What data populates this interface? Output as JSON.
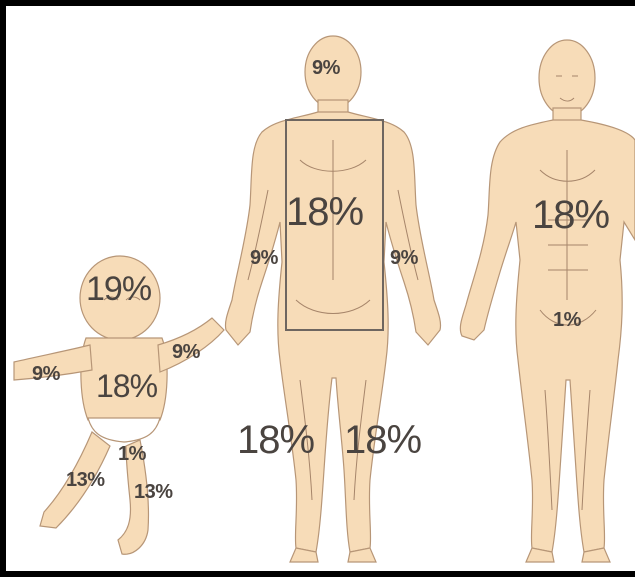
{
  "colors": {
    "skin": "#f7dcb8",
    "outline": "#6e5a48",
    "text": "#4a4440",
    "frame": "#000000"
  },
  "figures": {
    "back_adult": {
      "head": "9%",
      "trunk_back": "18%",
      "left_arm": "9%",
      "right_arm": "9%",
      "left_leg": "18%",
      "right_leg": "18%"
    },
    "front_adult": {
      "trunk_front": "18%",
      "groin": "1%"
    },
    "infant": {
      "head": "19%",
      "left_arm": "9%",
      "right_arm": "9%",
      "trunk": "18%",
      "groin": "1%",
      "left_leg": "13%",
      "right_leg": "13%"
    }
  }
}
